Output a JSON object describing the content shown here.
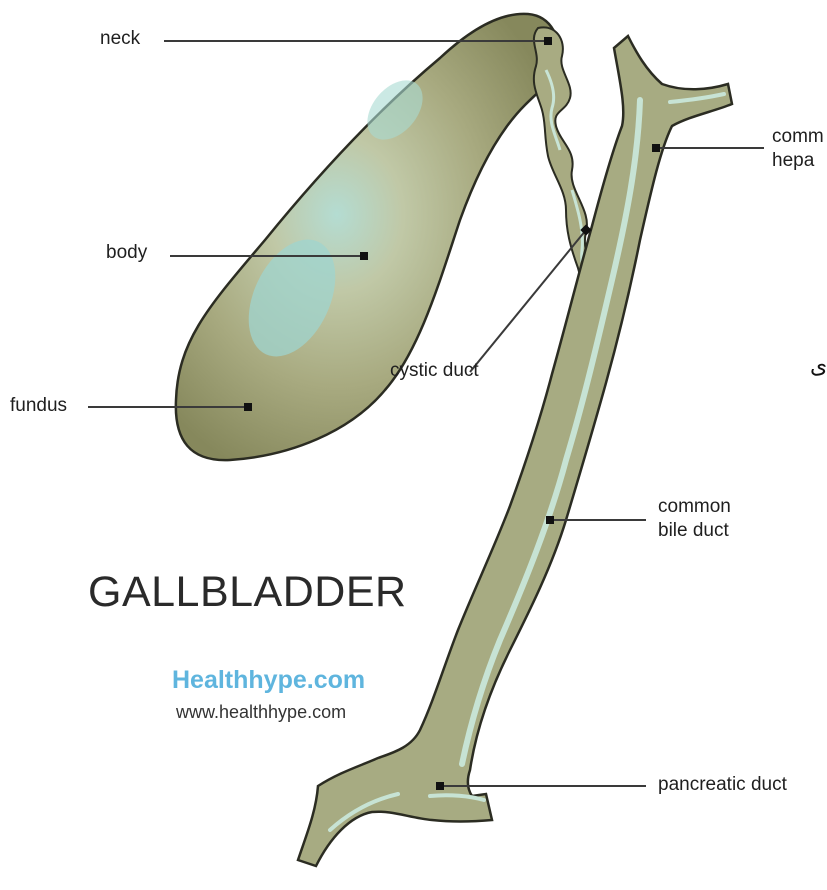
{
  "diagram": {
    "title": "GALLBLADDER",
    "brand": "Healthhype.com",
    "url": "www.healthhype.com",
    "stray_glyph": "ى",
    "labels": {
      "neck": "neck",
      "body": "body",
      "fundus": "fundus",
      "cystic_duct": "cystic duct",
      "common_hepatic_line1": "comm",
      "common_hepatic_line2": "hepa",
      "common_bile_line1": "common",
      "common_bile_line2": "bile duct",
      "pancreatic_duct": "pancreatic duct"
    },
    "colors": {
      "organ_dark": "#8a8c60",
      "organ_mid": "#b0b28a",
      "organ_light": "#cfd2b2",
      "highlight": "#aadbd6",
      "duct": "#a9ad86",
      "duct_light": "#c5e2d4",
      "outline": "#2b2c22",
      "leader": "#3a3a3a",
      "brand": "#5fb5de"
    }
  }
}
